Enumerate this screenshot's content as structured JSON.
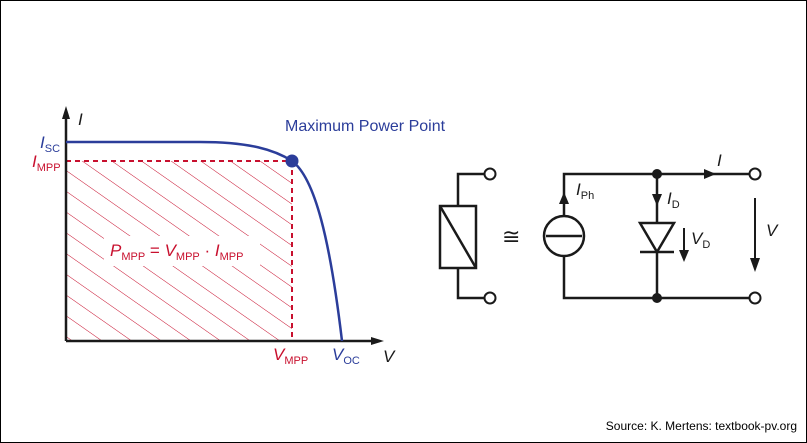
{
  "graph": {
    "y_axis": "I",
    "x_axis": "V",
    "isc": {
      "main": "I",
      "sub": "SC"
    },
    "impp": {
      "main": "I",
      "sub": "MPP"
    },
    "vmpp": {
      "main": "V",
      "sub": "MPP"
    },
    "voc": {
      "main": "V",
      "sub": "OC"
    },
    "mpp_callout": "Maximum Power Point",
    "formula": {
      "p": "P",
      "p_sub": "MPP",
      "eq": " = ",
      "v": "V",
      "v_sub": "MPP",
      "dot": " · ",
      "i": "I",
      "i_sub": "MPP"
    }
  },
  "circuit": {
    "congruent": "≅",
    "current_out": "I",
    "iph": {
      "main": "I",
      "sub": "Ph"
    },
    "id": {
      "main": "I",
      "sub": "D"
    },
    "vd": {
      "main": "V",
      "sub": "D"
    },
    "v_out": "V"
  },
  "source": "Source: K. Mertens: textbook-pv.org",
  "colors": {
    "curve": "#2b3d9a",
    "mpp": "#c8102e",
    "axis": "#1a1a1a"
  }
}
